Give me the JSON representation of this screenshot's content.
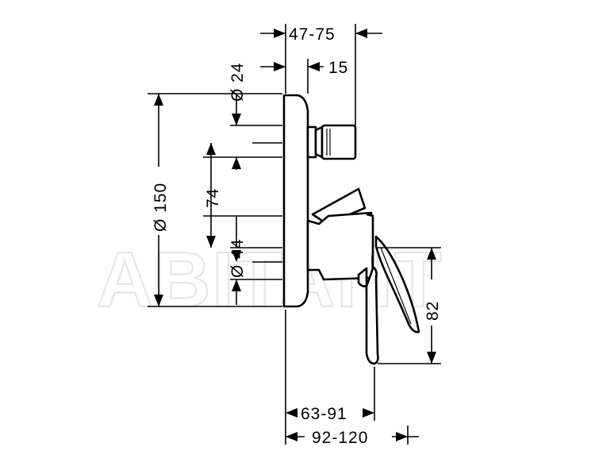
{
  "watermark": "ABITANT",
  "dimensions": {
    "top_width": "47-75",
    "collar_diameter": "Ø 24",
    "collar_offset": "15",
    "plate_diameter": "Ø 150",
    "center_spacing": "74",
    "spout_diameter": "Ø 44",
    "handle_height": "82",
    "depth_short": "63-91",
    "depth_long": "92-120"
  },
  "colors": {
    "ink": "#000000",
    "background": "#ffffff",
    "watermark_outline": "#e6e6e6"
  }
}
